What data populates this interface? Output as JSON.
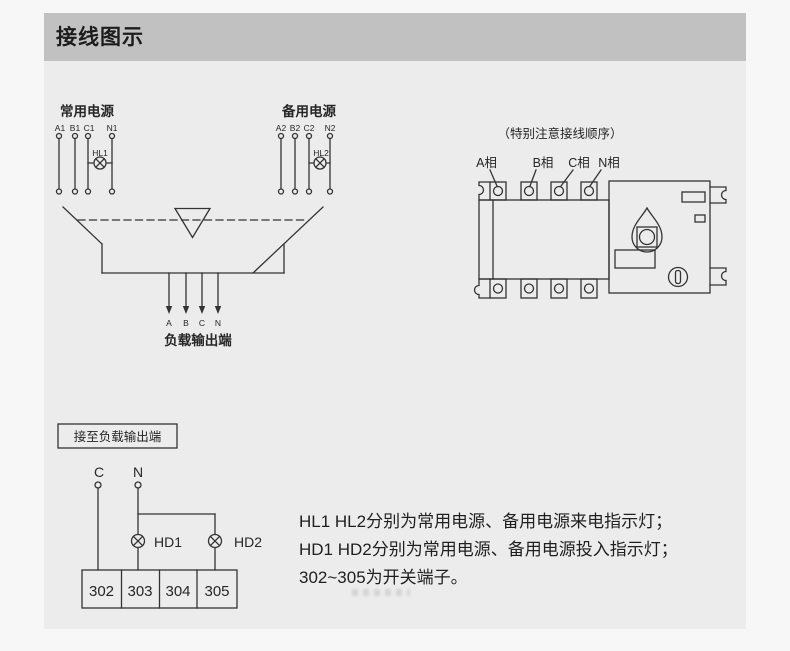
{
  "page": {
    "title": "接线图示"
  },
  "main_diagram": {
    "normal_power": {
      "title": "常用电源",
      "terminals": [
        "A1",
        "B1",
        "C1",
        "N1"
      ],
      "lamp": "HL1"
    },
    "backup_power": {
      "title": "备用电源",
      "terminals": [
        "A2",
        "B2",
        "C2",
        "N2"
      ],
      "lamp": "HL2"
    },
    "load_output": {
      "label": "负载输出端",
      "terminals": [
        "A",
        "B",
        "C",
        "N"
      ]
    }
  },
  "device_diagram": {
    "note": "（特别注意接线顺序）",
    "phases": [
      "A相",
      "B相",
      "C相",
      "N相"
    ]
  },
  "indicator_diagram": {
    "box_label": "接至负载输出端",
    "wires": [
      "C",
      "N"
    ],
    "lamps": [
      "HD1",
      "HD2"
    ],
    "terminals": [
      "302",
      "303",
      "304",
      "305"
    ]
  },
  "notes": {
    "line1": "HL1 HL2分别为常用电源、备用电源来电指示灯；",
    "line2": "HD1 HD2分别为常用电源、备用电源投入指示灯；",
    "line3": "302~305为开关端子。"
  },
  "colors": {
    "band": "#c1c1c1",
    "panel": "#ececec",
    "line": "#333333",
    "text": "#222222"
  }
}
